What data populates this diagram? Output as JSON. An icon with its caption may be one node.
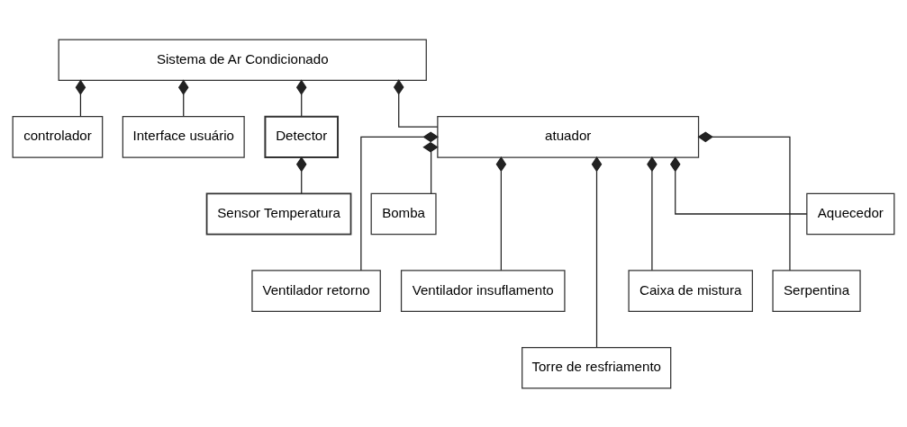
{
  "diagram": {
    "nodes": [
      {
        "text": [
          "Sistema de Ar Condicionado"
        ]
      },
      {
        "text": [
          "controlador"
        ]
      },
      {
        "text": [
          "Interface usuário"
        ]
      },
      {
        "text": [
          "Detector"
        ]
      },
      {
        "text": [
          "Sensor Temperatura"
        ]
      },
      {
        "text": [
          "atuador"
        ]
      },
      {
        "text": [
          "Bomba"
        ]
      },
      {
        "text": [
          "Ventilador retorno"
        ]
      },
      {
        "text": [
          "Ventilador insuflamento"
        ]
      },
      {
        "text": [
          "Torre de resfriamento"
        ]
      },
      {
        "text": [
          "Caixa de mistura"
        ]
      },
      {
        "text": [
          "Serpentina"
        ]
      },
      {
        "text": [
          "Aquecedor"
        ]
      }
    ],
    "edges": [
      {
        "from": 0,
        "to": 1,
        "arrow": "other"
      },
      {
        "from": 0,
        "to": 2,
        "arrow": "other"
      },
      {
        "from": 0,
        "to": 3,
        "arrow": "other"
      },
      {
        "from": 0,
        "to": 5,
        "arrow": "other"
      },
      {
        "from": 3,
        "to": 4,
        "arrow": "other"
      },
      {
        "from": 5,
        "to": 6,
        "arrow": "other"
      },
      {
        "from": 5,
        "to": 7,
        "arrow": "other"
      },
      {
        "from": 5,
        "to": 8,
        "arrow": "other"
      },
      {
        "from": 5,
        "to": 9,
        "arrow": "other"
      },
      {
        "from": 5,
        "to": 10,
        "arrow": "other"
      },
      {
        "from": 5,
        "to": 11,
        "arrow": "other"
      },
      {
        "from": 5,
        "to": 12,
        "arrow": "other"
      }
    ]
  }
}
